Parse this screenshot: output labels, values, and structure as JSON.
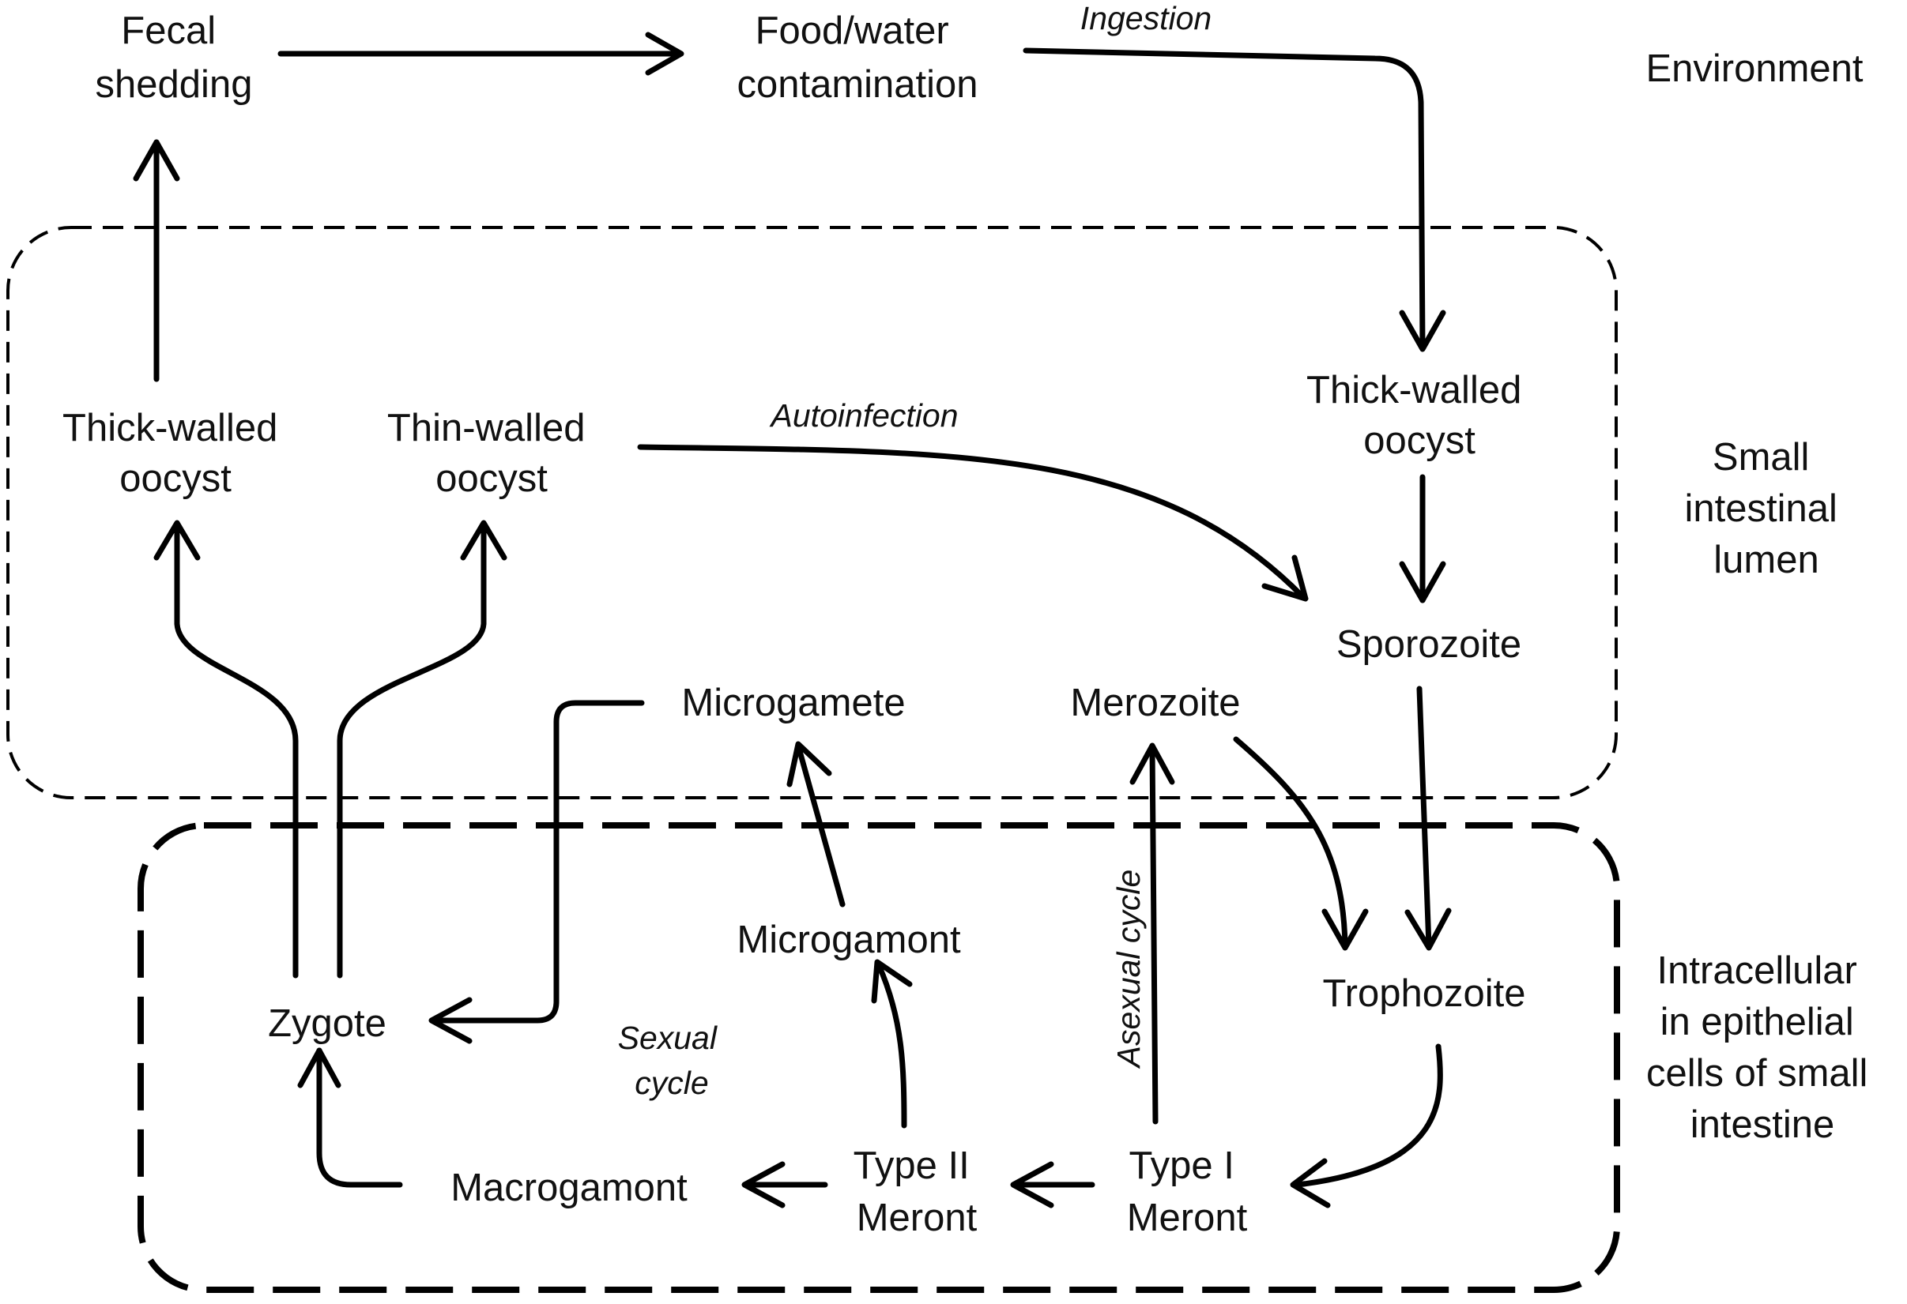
{
  "zones": {
    "environment": [
      "Environment"
    ],
    "lumen": [
      "Small",
      "intestinal",
      "lumen"
    ],
    "cell": [
      "Intracellular",
      "in epithelial",
      "cells of small",
      "intestine"
    ]
  },
  "nodes": {
    "fecal_shedding": [
      "Fecal",
      "shedding"
    ],
    "food_water": [
      "Food/water",
      "contamination"
    ],
    "thick_oocyst_left": [
      "Thick-walled",
      "oocyst"
    ],
    "thin_oocyst": [
      "Thin-walled",
      "oocyst"
    ],
    "thick_oocyst_right": [
      "Thick-walled",
      "oocyst"
    ],
    "sporozoite": [
      "Sporozoite"
    ],
    "microgamete": [
      "Microgamete"
    ],
    "merozoite": [
      "Merozoite"
    ],
    "microgamont": [
      "Microgamont"
    ],
    "zygote": [
      "Zygote"
    ],
    "trophozoite": [
      "Trophozoite"
    ],
    "macrogamont": [
      "Macrogamont"
    ],
    "type2_meront": [
      "Type II",
      "Meront"
    ],
    "type1_meront": [
      "Type I",
      "Meront"
    ]
  },
  "annotations": {
    "ingestion": [
      "Ingestion"
    ],
    "autoinfection": [
      "Autoinfection"
    ],
    "sexual_cycle": [
      "Sexual",
      "cycle"
    ],
    "asexual_cycle": [
      "Asexual cycle"
    ]
  },
  "style": {
    "ink": "#000000",
    "background": "#ffffff"
  }
}
